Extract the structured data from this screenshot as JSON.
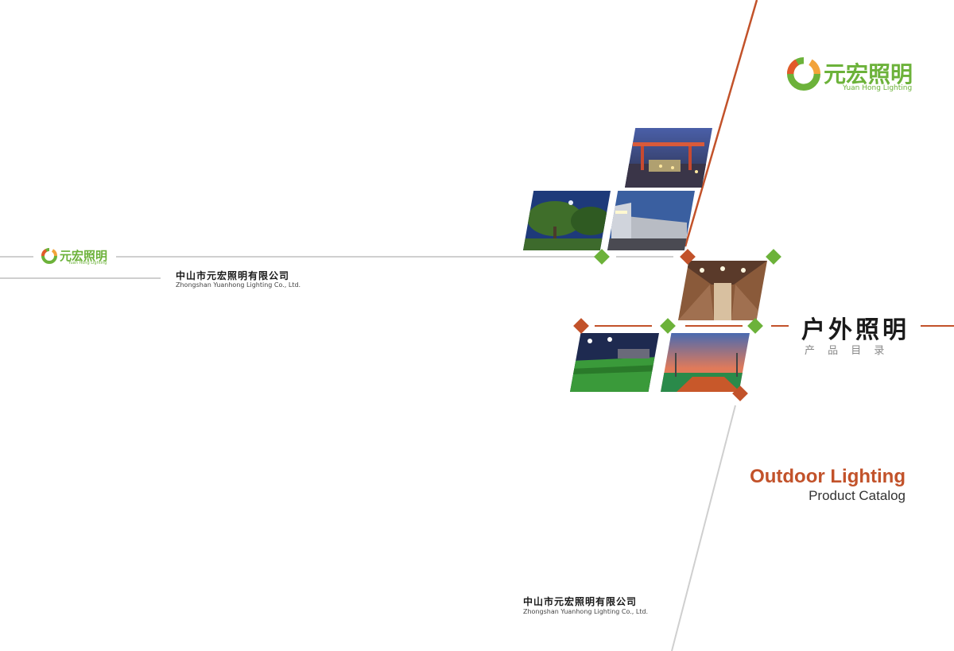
{
  "colors": {
    "green": "#6cb23a",
    "orange": "#c2522a",
    "gray_line": "#cfcfcf",
    "text_dark": "#1a1a1a"
  },
  "back_cover": {
    "logo_cn": "元宏照明",
    "logo_en": "Yuan Hong Lighting",
    "company_cn": "中山市元宏照明有限公司",
    "company_en": "Zhongshan Yuanhong Lighting Co., Ltd."
  },
  "front_cover": {
    "logo_cn": "元宏照明",
    "logo_en": "Yuan Hong Lighting",
    "title_cn": "户外照明",
    "subtitle_cn": "产 品 目 录",
    "title_en": "Outdoor Lighting",
    "subtitle_en": "Product Catalog",
    "company_cn": "中山市元宏照明有限公司",
    "company_en": "Zhongshan Yuanhong Lighting Co., Ltd."
  },
  "photos": [
    {
      "name": "photo-shipyard"
    },
    {
      "name": "photo-park-night"
    },
    {
      "name": "photo-warehouse-exterior"
    },
    {
      "name": "photo-warehouse-interior"
    },
    {
      "name": "photo-football-stadium"
    },
    {
      "name": "photo-tennis-court"
    }
  ]
}
